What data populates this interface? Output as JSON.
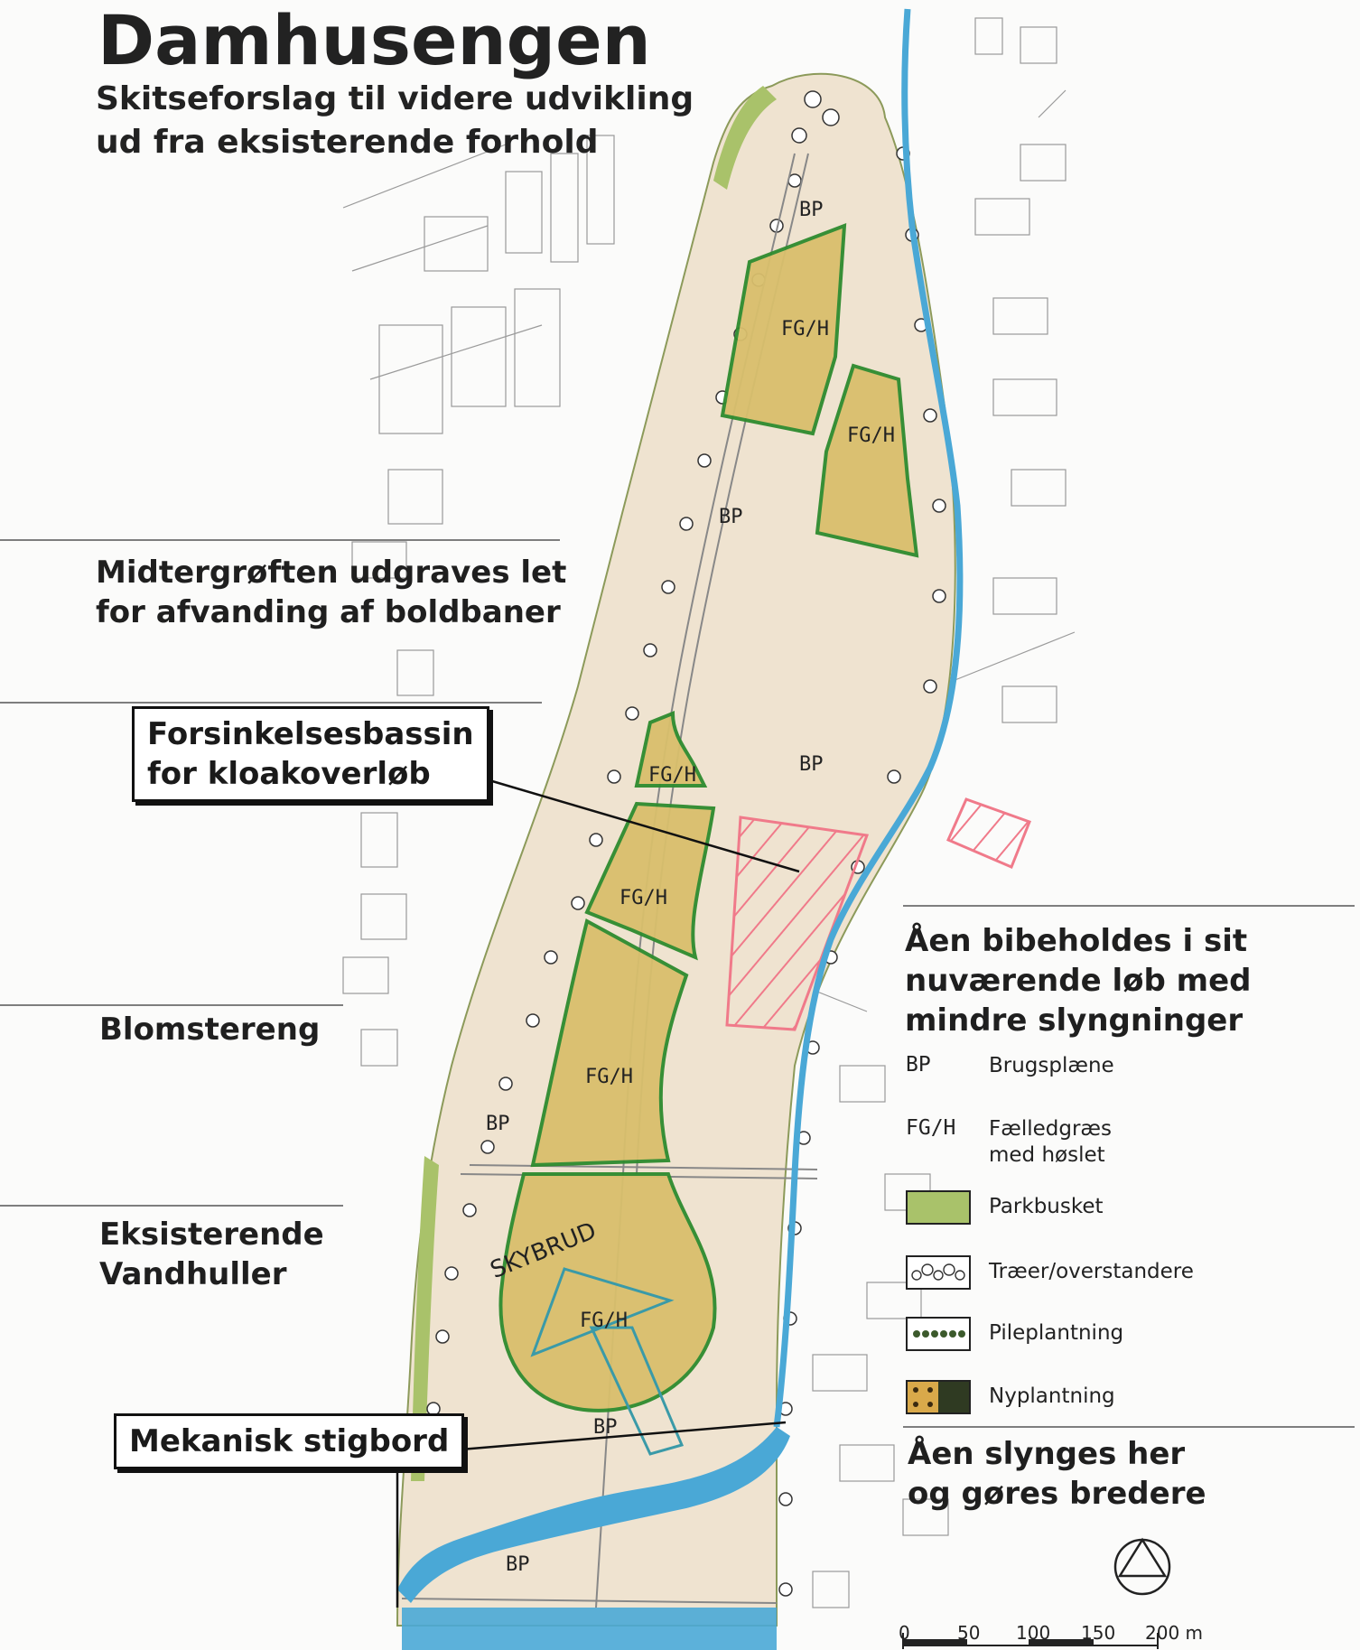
{
  "title": "Damhusengen",
  "subtitle": [
    "Skitseforslag til videre udvikling",
    "ud fra eksisterende forhold"
  ],
  "annotations": {
    "midtergroft": [
      "Midtergrøften udgraves let",
      "for afvanding af boldbaner"
    ],
    "forsinkelse": [
      "Forsinkelsesbassin",
      "for kloakoverløb"
    ],
    "blomstereng": "Blomstereng",
    "vandhuller": [
      "Eksisterende",
      "Vandhuller"
    ],
    "stigbord": "Mekanisk stigbord",
    "aen_bibeholdes": [
      "Åen bibeholdes i sit",
      "nuværende løb med",
      "mindre slyngninger"
    ],
    "aen_slynges": [
      "Åen slynges her",
      "og gøres bredere"
    ]
  },
  "map_labels": {
    "bp": "BP",
    "fgh": "FG/H",
    "skybrud": "SKYBRUD"
  },
  "legend": {
    "bp_code": "BP",
    "bp_label": "Brugsplæne",
    "fgh_code": "FG/H",
    "fgh_label": [
      "Fælledgræs",
      "med høslet"
    ],
    "items": [
      {
        "label": "Parkbusket",
        "color": "#a9c26a"
      },
      {
        "label": "Træer/overstandere",
        "color": "#ffffff"
      },
      {
        "label": "Pileplantning",
        "color": "#ffffff"
      },
      {
        "label": "Nyplantning",
        "color": "#2f3a22"
      }
    ]
  },
  "scale": {
    "ticks": [
      "0",
      "50",
      "100",
      "150",
      "200 m"
    ]
  },
  "colors": {
    "brugsplaene": "#efe3d0",
    "faelledgraes": "#d9bf6c",
    "green_outline": "#2e8b2e",
    "water": "#4aa8d6",
    "red_hatch": "#f07a8a"
  }
}
